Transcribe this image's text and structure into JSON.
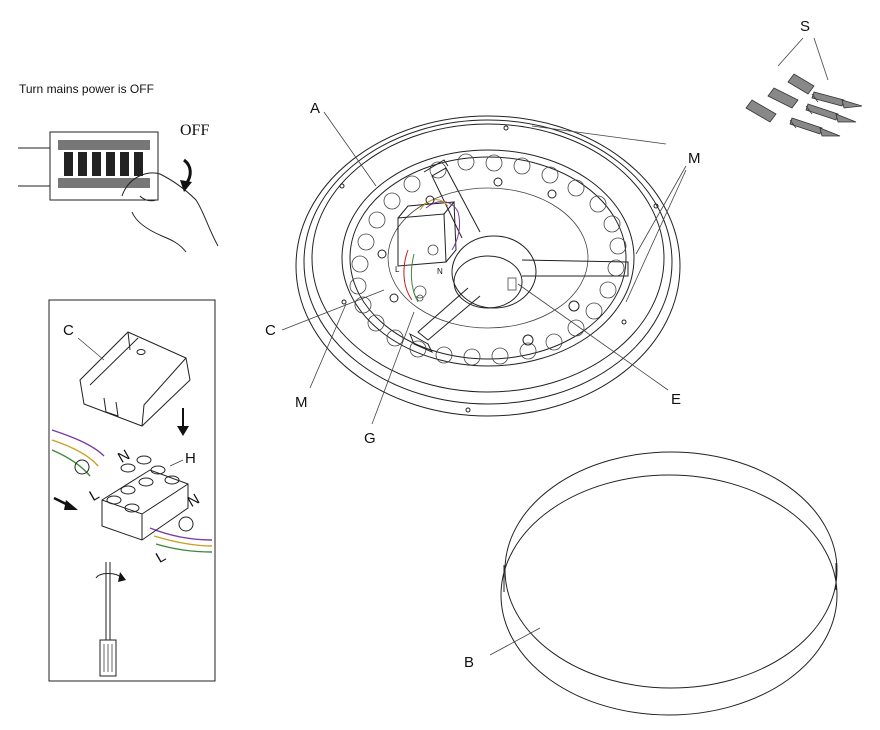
{
  "instruction": "Turn mains power is OFF",
  "switch": {
    "off_label": "OFF"
  },
  "labels": {
    "A": "A",
    "B": "B",
    "C_main": "C",
    "C_inset": "C",
    "E": "E",
    "G": "G",
    "H": "H",
    "M_top": "M",
    "M_bottom": "M",
    "S": "S"
  },
  "terminal": {
    "n_top": "N",
    "n_right": "N",
    "l_left": "L",
    "l_bottom": "L"
  },
  "base_marks": {
    "l": "L",
    "n": "N"
  }
}
